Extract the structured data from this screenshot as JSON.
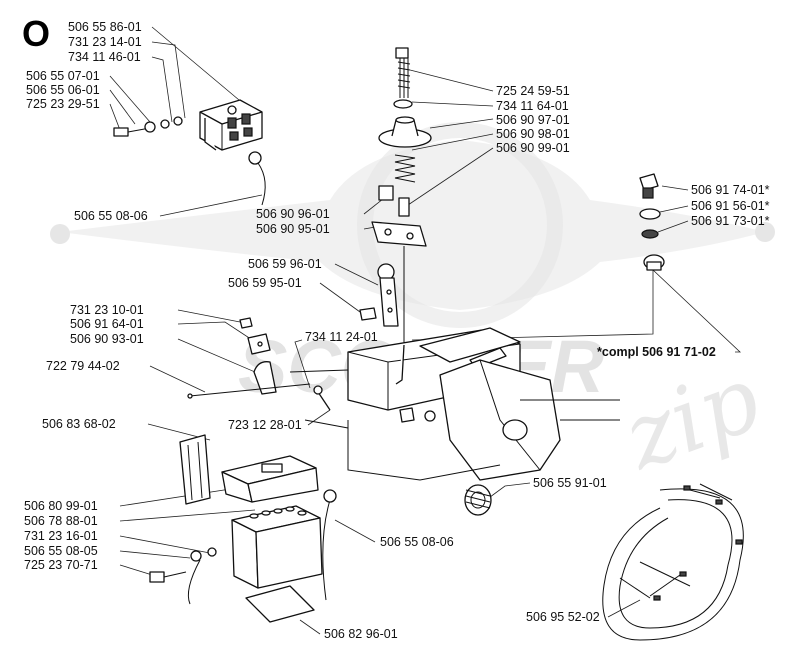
{
  "section_letter": "O",
  "watermark_text": "SCOOTER",
  "watermark_logo_text": "zip",
  "colors": {
    "ink": "#111111",
    "watermark": "#e6e6e6",
    "background": "#ffffff"
  },
  "labels": {
    "l1": "506 55 86-01",
    "l2": "731 23 14-01",
    "l3": "734 11 46-01",
    "l4": "506 55 07-01",
    "l5": "506 55 06-01",
    "l6": "725 23 29-51",
    "l7": "506 55 08-06",
    "l8": "725 24 59-51",
    "l9": "734 11 64-01",
    "l10": "506 90 97-01",
    "l11": "506 90 98-01",
    "l12": "506 90 99-01",
    "l13": "506 90 96-01",
    "l14": "506 90 95-01",
    "l15": "506 91 74-01*",
    "l16": "506 91 56-01*",
    "l17": "506 91 73-01*",
    "l18": "506 59 96-01",
    "l19": "506 59 95-01",
    "l20": "731 23 10-01",
    "l21": "506 91 64-01",
    "l22": "506 90 93-01",
    "l23": "734 11 24-01",
    "l24": "*compl 506 91 71-02",
    "l25": "722 79 44-02",
    "l26": "723 12 28-01",
    "l27": "506 83 68-02",
    "l28": "506 55 91-01",
    "l29": "506 80 99-01",
    "l30": "506 78 88-01",
    "l31": "731 23 16-01",
    "l32": "506 55 08-05",
    "l33": "725 23 70-71",
    "l34": "506 55 08-06",
    "l35": "506 82 96-01",
    "l36": "506 95 52-02"
  }
}
